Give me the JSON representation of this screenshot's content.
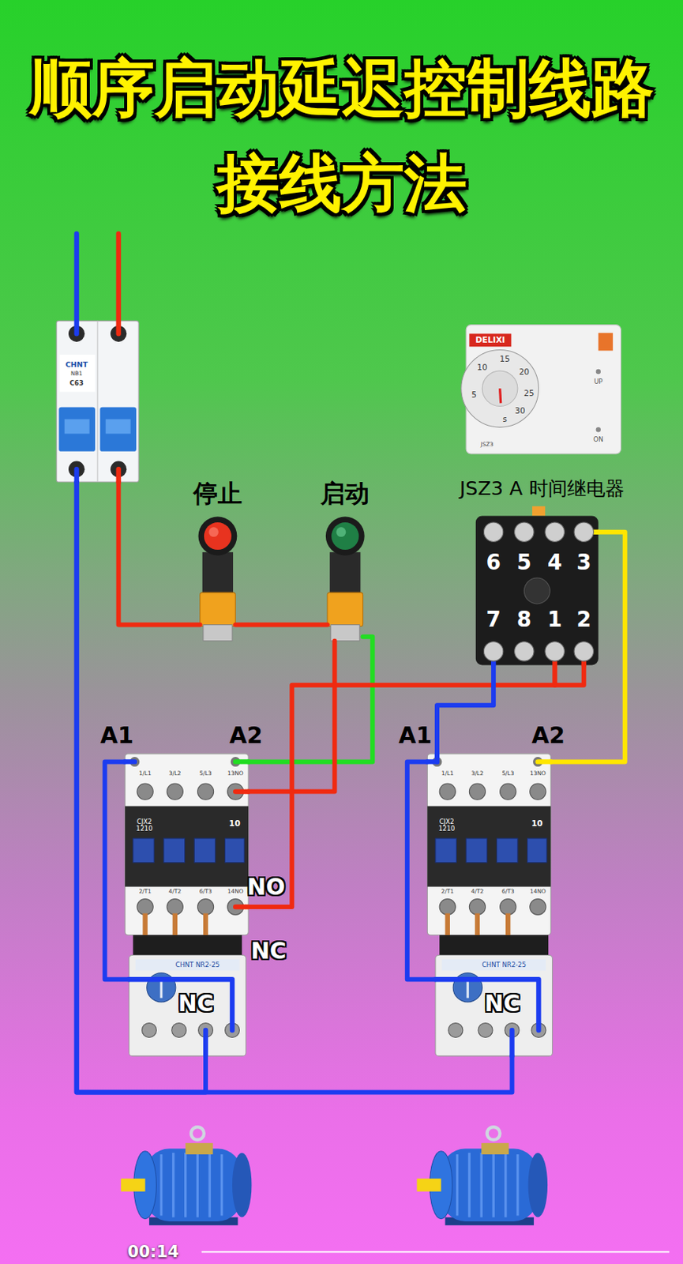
{
  "diagram": {
    "title": "顺序启动延迟控制线路 接线方法",
    "nodes": [
      {
        "text": [
          "CHNT",
          "NB1",
          "C63"
        ]
      },
      {
        "text": [
          "DELIXI",
          "5",
          "10",
          "15",
          "20",
          "25",
          "30",
          "s",
          "UP",
          "ON",
          "JSZ3"
        ]
      },
      {
        "text": [
          "停止"
        ]
      },
      {
        "text": [
          "启动"
        ]
      },
      {
        "text": [
          "JSZ3 A 时间继电器",
          "6",
          "5",
          "4",
          "3",
          "7",
          "8",
          "1",
          "2"
        ]
      },
      {
        "text": [
          "A1",
          "A2",
          "1/L1",
          "3/L2",
          "5/L3",
          "13NO",
          "CJX2 1210",
          "10",
          "2/T1",
          "4/T2",
          "6/T3",
          "14NO"
        ]
      },
      {
        "text": [
          "A1",
          "A2",
          "1/L1",
          "3/L2",
          "5/L3",
          "13NO",
          "CJX2 1210",
          "10",
          "2/T1",
          "4/T2",
          "6/T3",
          "14NO"
        ]
      },
      {
        "text": [
          "CHNT NR2-25",
          "NC"
        ]
      },
      {
        "text": [
          "CHNT NR2-25",
          "NC"
        ]
      }
    ],
    "edges": [
      {
        "from": 0,
        "to": 2,
        "arrow": "none"
      },
      {
        "from": 2,
        "to": 3,
        "arrow": "none"
      },
      {
        "from": 3,
        "to": 5,
        "arrow": "none"
      },
      {
        "from": 3,
        "to": 5,
        "arrow": "none"
      },
      {
        "from": 5,
        "to": 4,
        "arrow": "none"
      },
      {
        "from": 0,
        "to": 7,
        "arrow": "none"
      },
      {
        "from": 0,
        "to": 8,
        "arrow": "none"
      },
      {
        "from": 5,
        "to": 7,
        "arrow": "none"
      },
      {
        "from": 6,
        "to": 8,
        "arrow": "none"
      },
      {
        "from": 4,
        "to": 6,
        "arrow": "none"
      },
      {
        "from": 4,
        "to": 6,
        "arrow": "none"
      }
    ],
    "labels": [
      "NO",
      "NC",
      "00:14"
    ]
  }
}
